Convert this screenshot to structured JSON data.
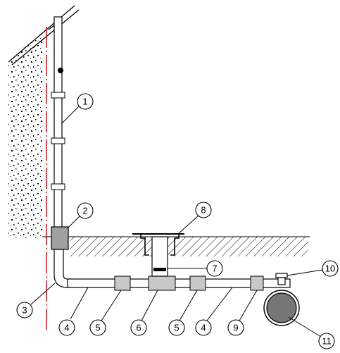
{
  "diagram": {
    "callouts": [
      {
        "id": "c1",
        "label": "1"
      },
      {
        "id": "c2",
        "label": "2"
      },
      {
        "id": "c3",
        "label": "3"
      },
      {
        "id": "c4a",
        "label": "4"
      },
      {
        "id": "c5a",
        "label": "5"
      },
      {
        "id": "c6",
        "label": "6"
      },
      {
        "id": "c5b",
        "label": "5"
      },
      {
        "id": "c4b",
        "label": "4"
      },
      {
        "id": "c9",
        "label": "9"
      },
      {
        "id": "c7",
        "label": "7"
      },
      {
        "id": "c8",
        "label": "8"
      },
      {
        "id": "c10",
        "label": "10"
      },
      {
        "id": "c11",
        "label": "11"
      }
    ],
    "colors": {
      "line": "#000000",
      "fitting_fill": "#c8c8c8",
      "sleeve_fill": "#a0a0a0",
      "boundary_red": "#d0202a",
      "hatch": "#000000",
      "main_pipe_fill": "#777777"
    }
  }
}
